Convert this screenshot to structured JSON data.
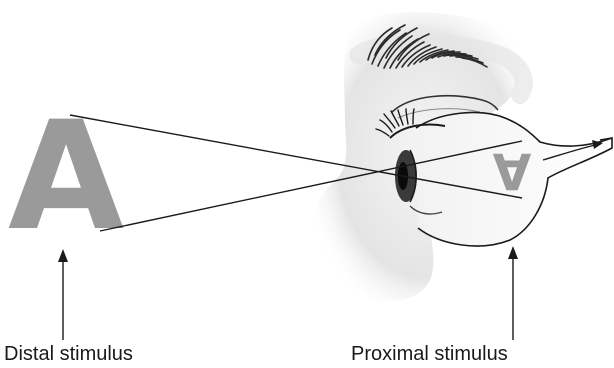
{
  "distal": {
    "letter": "A",
    "caption": "Distal stimulus"
  },
  "proximal": {
    "letter": "A",
    "caption": "Proximal stimulus"
  },
  "colors": {
    "letter_gray": "#9a9a9a",
    "ink": "#1a1a1a",
    "skin_shadow": "#d8d8d8",
    "iris": "#3a3a3a",
    "pupil": "#0a0a0a"
  }
}
